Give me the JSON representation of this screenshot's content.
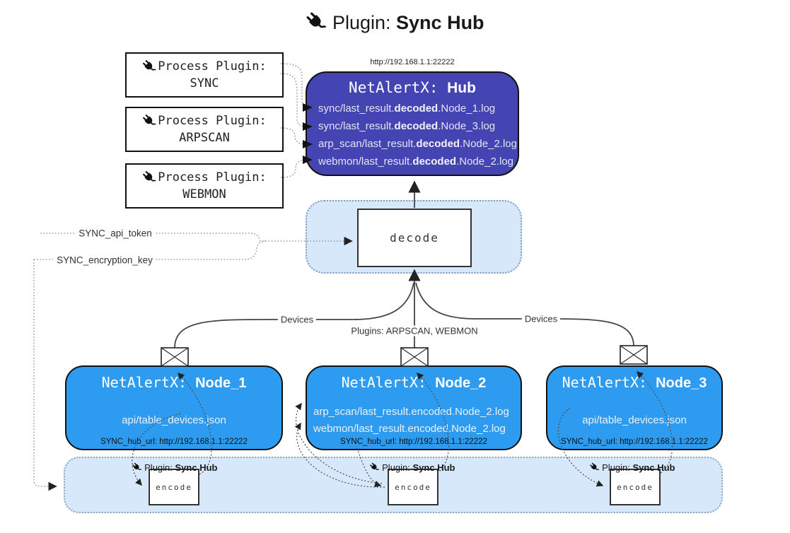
{
  "title": {
    "prefix": "Plugin:",
    "name": "Sync Hub"
  },
  "colors": {
    "hub_fill": "#4445b2",
    "node_fill": "#2d9bf0",
    "container_fill": "#d7e8fa",
    "box_border": "#111111"
  },
  "process_plugins": {
    "items": [
      {
        "label": "Process Plugin:",
        "name": "SYNC"
      },
      {
        "label": "Process Plugin:",
        "name": "ARPSCAN"
      },
      {
        "label": "Process Plugin:",
        "name": "WEBMON"
      }
    ]
  },
  "hub": {
    "url": "http://192.168.1.1:22222",
    "title_prefix": "NetAlertX: ",
    "title_name": "Hub",
    "lines": [
      {
        "pre": "sync/last_result.",
        "em": "decoded",
        "post": ".Node_1.log"
      },
      {
        "pre": "sync/last_result.",
        "em": "decoded",
        "post": ".Node_3.log"
      },
      {
        "pre": "arp_scan/last_result.",
        "em": "decoded",
        "post": ".Node_2.log"
      },
      {
        "pre": "webmon/last_result.",
        "em": "decoded",
        "post": ".Node_2.log"
      }
    ]
  },
  "decode_box": {
    "label": "decode"
  },
  "secrets": {
    "api_token": "SYNC_api_token",
    "encryption_key": "SYNC_encryption_key"
  },
  "edge_labels": {
    "devices_left": "Devices",
    "plugins_mid": "Plugins: ARPSCAN, WEBMON",
    "devices_right": "Devices"
  },
  "nodes": [
    {
      "title_prefix": "NetAlertX: ",
      "title_name": "Node_1",
      "lines": [
        "api/table_devices.json"
      ],
      "hub_url": "SYNC_hub_url: http://192.168.1.1:22222"
    },
    {
      "title_prefix": "NetAlertX: ",
      "title_name": "Node_2",
      "lines": [
        "arp_scan/last_result.encoded.Node_2.log",
        "webmon/last_result.encoded.Node_2.log"
      ],
      "hub_url": "SYNC_hub_url: http://192.168.1.1:22222"
    },
    {
      "title_prefix": "NetAlertX: ",
      "title_name": "Node_3",
      "lines": [
        "api/table_devices.json"
      ],
      "hub_url": "SYNC_hub_url: http://192.168.1.1:22222"
    }
  ],
  "encoders": {
    "label_prefix": "Plugin:",
    "label_name": "Sync Hub",
    "box_label": "encode"
  }
}
